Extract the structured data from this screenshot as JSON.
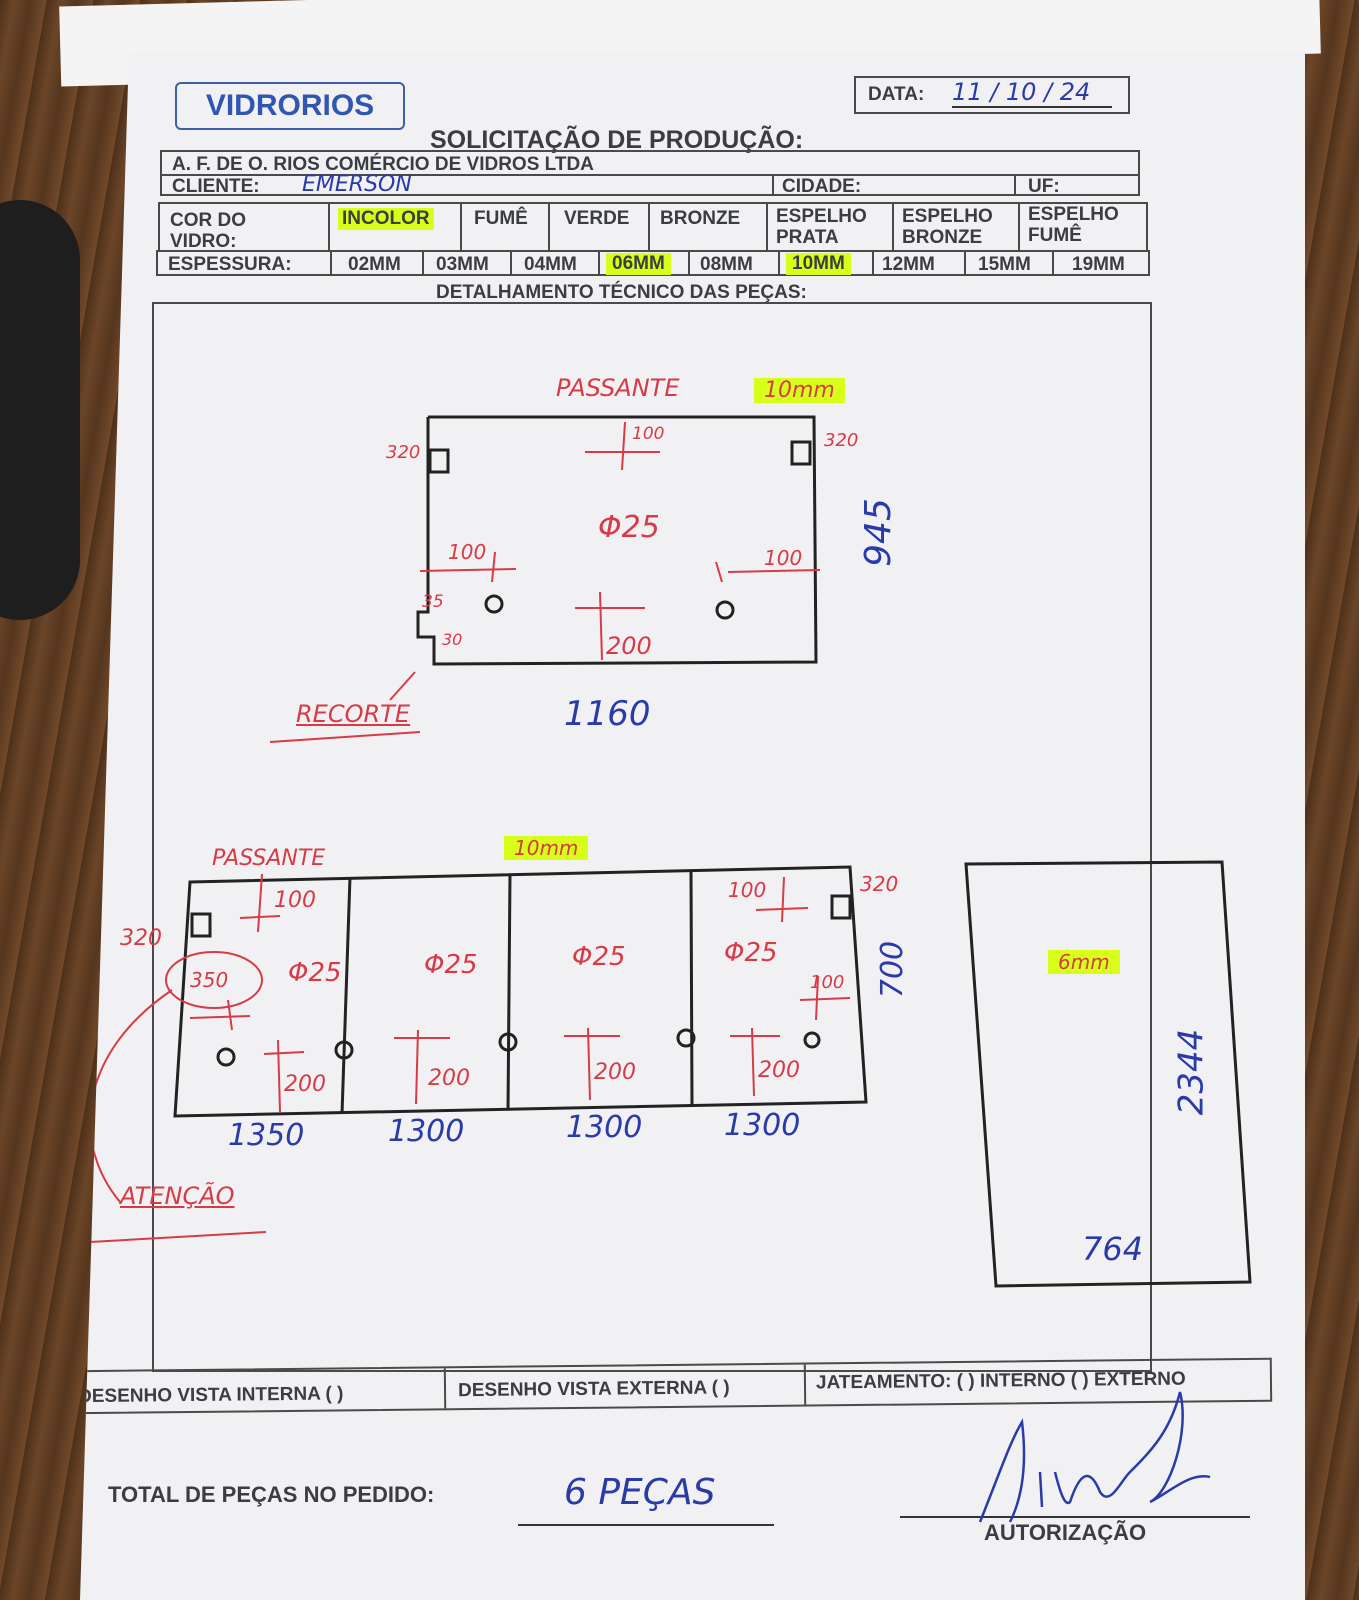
{
  "logo": {
    "brand": "VIDRORIOS"
  },
  "header": {
    "date_label": "DATA:",
    "date_value": "11 / 10 / 24",
    "title": "SOLICITAÇÃO DE PRODUÇÃO:",
    "company": "A. F. DE O. RIOS COMÉRCIO DE VIDROS LTDA",
    "client_label": "CLIENTE:",
    "client_value": "EMERSON",
    "city_label": "CIDADE:",
    "uf_label": "UF:"
  },
  "glass_color": {
    "label_line1": "COR DO",
    "label_line2": "VIDRO:",
    "options": [
      {
        "line1": "INCOLOR",
        "line2": "",
        "selected": true
      },
      {
        "line1": "FUMÊ",
        "line2": "",
        "selected": false
      },
      {
        "line1": "VERDE",
        "line2": "",
        "selected": false
      },
      {
        "line1": "BRONZE",
        "line2": "",
        "selected": false
      },
      {
        "line1": "ESPELHO",
        "line2": "PRATA",
        "selected": false
      },
      {
        "line1": "ESPELHO",
        "line2": "BRONZE",
        "selected": false
      },
      {
        "line1": "ESPELHO",
        "line2": "FUMÊ",
        "selected": false
      }
    ]
  },
  "thickness": {
    "label": "ESPESSURA:",
    "options": [
      {
        "label": "02MM",
        "selected": false
      },
      {
        "label": "03MM",
        "selected": false
      },
      {
        "label": "04MM",
        "selected": false
      },
      {
        "label": "06MM",
        "selected": true
      },
      {
        "label": "08MM",
        "selected": false
      },
      {
        "label": "10MM",
        "selected": true
      },
      {
        "label": "12MM",
        "selected": false
      },
      {
        "label": "15MM",
        "selected": false
      },
      {
        "label": "19MM",
        "selected": false
      }
    ]
  },
  "details": {
    "title": "DETALHAMENTO TÉCNICO DAS PEÇAS:",
    "piece1": {
      "passante": "PASSANTE",
      "thickness": "10mm",
      "hole_dia": "Φ25",
      "d100_top": "100",
      "d100_left": "100",
      "d100_right": "100",
      "d200": "200",
      "d320_left": "320",
      "d320_right": "320",
      "d35": "35",
      "d30": "30",
      "height": "945",
      "width": "1160",
      "recorte": "RECORTE"
    },
    "piece2": {
      "passante": "PASSANTE",
      "thickness": "10mm",
      "hole_dia": [
        "Φ25",
        "Φ25",
        "Φ25",
        "Φ25"
      ],
      "d100_a": "100",
      "d100_b": "100",
      "d100_c": "100",
      "d320_left": "320",
      "d320_right": "320",
      "d350": "350",
      "d200": [
        "200",
        "200",
        "200",
        "200"
      ],
      "height": "700",
      "widths": [
        "1350",
        "1300",
        "1300",
        "1300"
      ],
      "atencao": "ATENÇÃO"
    },
    "piece3": {
      "thickness": "6mm",
      "height": "2344",
      "width": "764"
    }
  },
  "footer": {
    "internal_view": "DESENHO VISTA INTERNA (  )",
    "external_view": "DESENHO VISTA EXTERNA (  )",
    "blasting": "JATEAMENTO: (  ) INTERNO (  ) EXTERNO",
    "total_label": "TOTAL DE PEÇAS NO PEDIDO:",
    "total_value": "6 PEÇAS",
    "authorization": "AUTORIZAÇÃO"
  },
  "colors": {
    "brand": "#2f56b0",
    "highlight": "#d8ff1a",
    "ink_red": "#d63b47",
    "ink_blue": "#2a3aa8"
  }
}
